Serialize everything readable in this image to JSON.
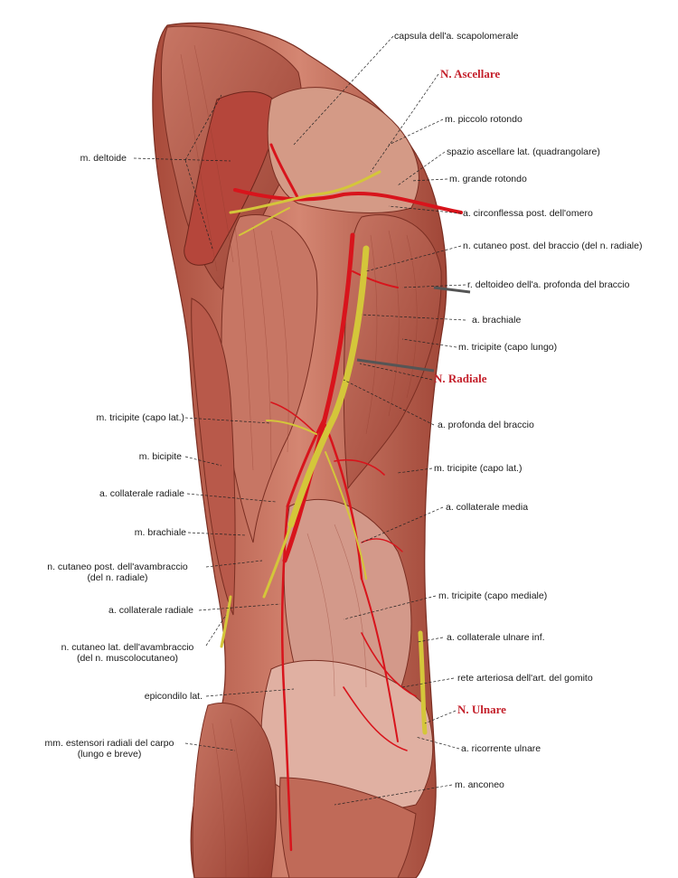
{
  "labels": {
    "capsula": "capsula dell'a. scapolomerale",
    "ascellare": "N. Ascellare",
    "piccolo_rotondo": "m. piccolo rotondo",
    "spazio_ascellare": "spazio ascellare lat. (quadrangolare)",
    "grande_rotondo": "m. grande rotondo",
    "circonflessa": "a. circonflessa post. dell'omero",
    "cutaneo_post_braccio": "n. cutaneo post. del braccio (del n. radiale)",
    "r_deltoideo": "r. deltoideo dell'a. profonda del braccio",
    "brachiale_a": "a. brachiale",
    "tricipite_lungo": "m. tricipite (capo lungo)",
    "radiale_n": "N. Radiale",
    "profonda": "a. profonda del braccio",
    "tricipite_lat_r": "m. tricipite (capo lat.)",
    "collaterale_media": "a. collaterale media",
    "tricipite_mediale": "m. tricipite (capo mediale)",
    "collaterale_ulnare": "a. collaterale ulnare inf.",
    "rete_arteriosa": "rete arteriosa dell'art. del gomito",
    "ulnare_n": "N. Ulnare",
    "ricorrente_ulnare": "a. ricorrente ulnare",
    "anconeo": "m. anconeo",
    "deltoide": "m. deltoide",
    "tricipite_lat_l": "m. tricipite (capo lat.)",
    "bicipite": "m. bicipite",
    "collaterale_radiale_1": "a. collaterale radiale",
    "brachiale_m": "m. brachiale",
    "cutaneo_post_avambraccio_1": "n. cutaneo post. dell'avambraccio",
    "cutaneo_post_avambraccio_2": "(del n. radiale)",
    "collaterale_radiale_2": "a. collaterale radiale",
    "cutaneo_lat_1": "n. cutaneo lat. dell'avambraccio",
    "cutaneo_lat_2": "(del n. muscolocutaneo)",
    "epicondilo": "epicondilo lat.",
    "estensori_1": "mm. estensori radiali del carpo",
    "estensori_2": "(lungo e breve)"
  },
  "colors": {
    "muscle": "#c46a55",
    "muscle_dark": "#8f3a2c",
    "artery": "#d8141c",
    "nerve": "#d4c63a",
    "nerve_label": "#c4202b"
  }
}
